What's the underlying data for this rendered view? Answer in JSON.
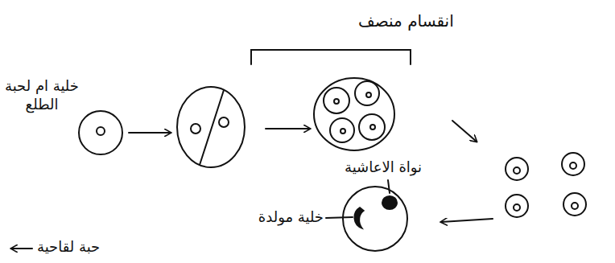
{
  "diagram": {
    "labels": [
      "انقسام منصف",
      "خلية ام لحبة الطلع",
      "نواة الاعاشية",
      "خلية مولدة",
      "حبة لقاحية"
    ]
  }
}
